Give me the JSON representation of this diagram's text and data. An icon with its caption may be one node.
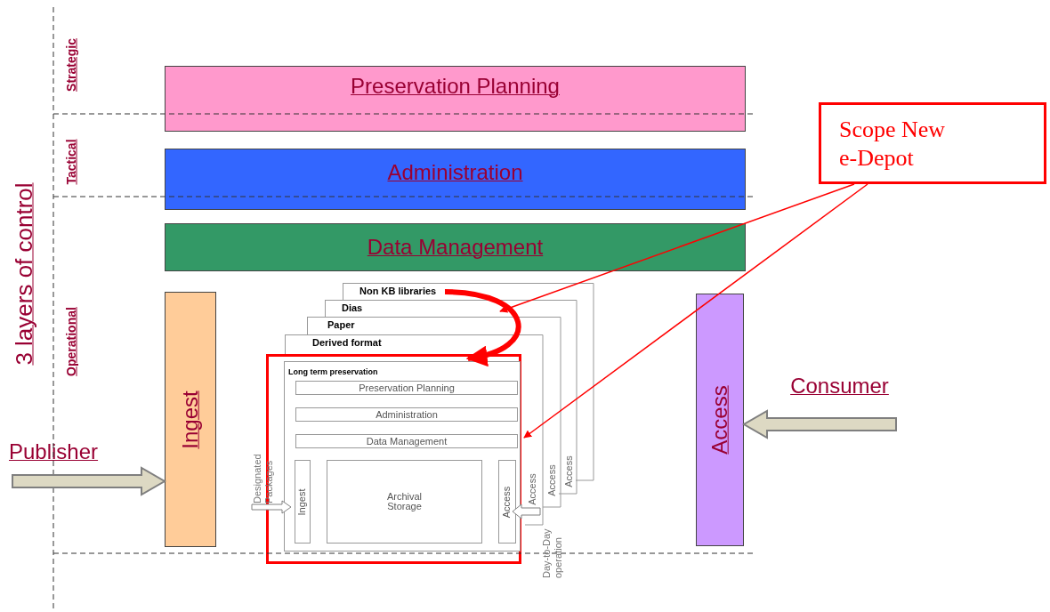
{
  "diagram": {
    "nodes": [
      {
        "text": [
          "Preservation Planning"
        ]
      },
      {
        "text": [
          "Administration"
        ]
      },
      {
        "text": [
          "Data Management"
        ]
      },
      {
        "text": [
          "Ingest"
        ]
      },
      {
        "text": [
          "Access"
        ]
      },
      {
        "text": [
          "Publisher"
        ]
      },
      {
        "text": [
          "Consumer"
        ]
      },
      {
        "text": [
          "Scope New e-Depot"
        ]
      },
      {
        "text": [
          "Non KB libraries"
        ]
      },
      {
        "text": [
          "Dias"
        ]
      },
      {
        "text": [
          "Paper"
        ]
      },
      {
        "text": [
          "Derived format"
        ]
      },
      {
        "text": [],
        "shape": "box"
      },
      {
        "text": [
          "Long term preservation"
        ],
        "in": 12
      },
      {
        "text": [
          "Preservation Planning"
        ],
        "in": 13
      },
      {
        "text": [
          "Administration"
        ],
        "in": 13
      },
      {
        "text": [
          "Data Management"
        ],
        "in": 13
      },
      {
        "text": [
          "Ingest"
        ],
        "in": 13
      },
      {
        "text": [
          "Archival Storage"
        ],
        "in": 13
      },
      {
        "text": [
          "Access"
        ],
        "in": 13
      }
    ],
    "edges": [
      {
        "from": 5,
        "to": 3,
        "arrow": "to",
        "color": "#ddd9c3",
        "style": "thick"
      },
      {
        "from": 6,
        "to": 4,
        "arrow": "to",
        "color": "#ddd9c3",
        "style": "thick"
      },
      {
        "from": 8,
        "to": 13,
        "arrow": "to",
        "color": "#ff0000",
        "style": "thick"
      },
      {
        "from": 7,
        "to": 12,
        "arrow": "to",
        "color": "#ff0000"
      },
      {
        "from": 7,
        "to": null,
        "arrow": "to",
        "color": "#ff0000"
      },
      {
        "from": null,
        "to": 17,
        "arrow": "to",
        "color": "#808080"
      },
      {
        "from": null,
        "to": 19,
        "arrow": "to",
        "color": "#808080"
      }
    ],
    "labels": [
      "3 layers of control",
      "Strategic",
      "Tactical",
      "Operational",
      "Designated Packages",
      "Day-to-Day operation",
      "Access",
      "Access",
      "Access"
    ]
  }
}
